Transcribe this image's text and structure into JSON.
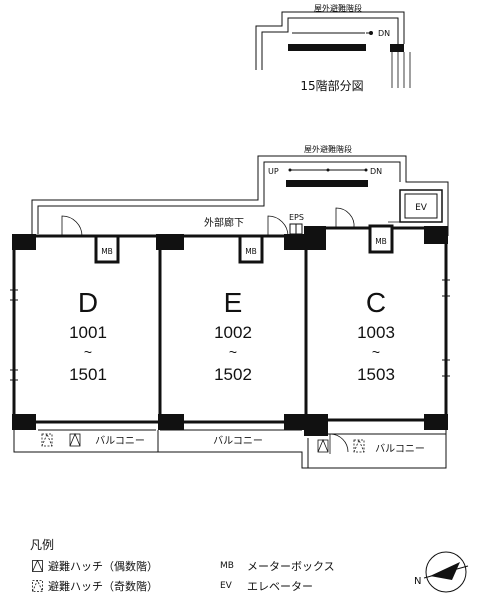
{
  "partial": {
    "title": "15階部分図",
    "stair_label": "屋外避難階段",
    "dn": "DN"
  },
  "main": {
    "stair_label": "屋外避難階段",
    "up": "UP",
    "dn": "DN",
    "ev": "EV",
    "corridor": "外部廊下",
    "eps": "EPS",
    "mb": "MB",
    "balcony": "バルコニー"
  },
  "units": [
    {
      "letter": "D",
      "first": "1001",
      "tilde": "~",
      "last": "1501"
    },
    {
      "letter": "E",
      "first": "1002",
      "tilde": "~",
      "last": "1502"
    },
    {
      "letter": "C",
      "first": "1003",
      "tilde": "~",
      "last": "1503"
    }
  ],
  "legend": {
    "title": "凡例",
    "items": [
      {
        "code": "",
        "text": "避難ハッチ（偶数階）"
      },
      {
        "code": "",
        "text": "避難ハッチ（奇数階）"
      },
      {
        "code": "MB",
        "text": "メーターボックス"
      },
      {
        "code": "EV",
        "text": "エレベーター"
      }
    ]
  },
  "compass": {
    "label": "N"
  }
}
